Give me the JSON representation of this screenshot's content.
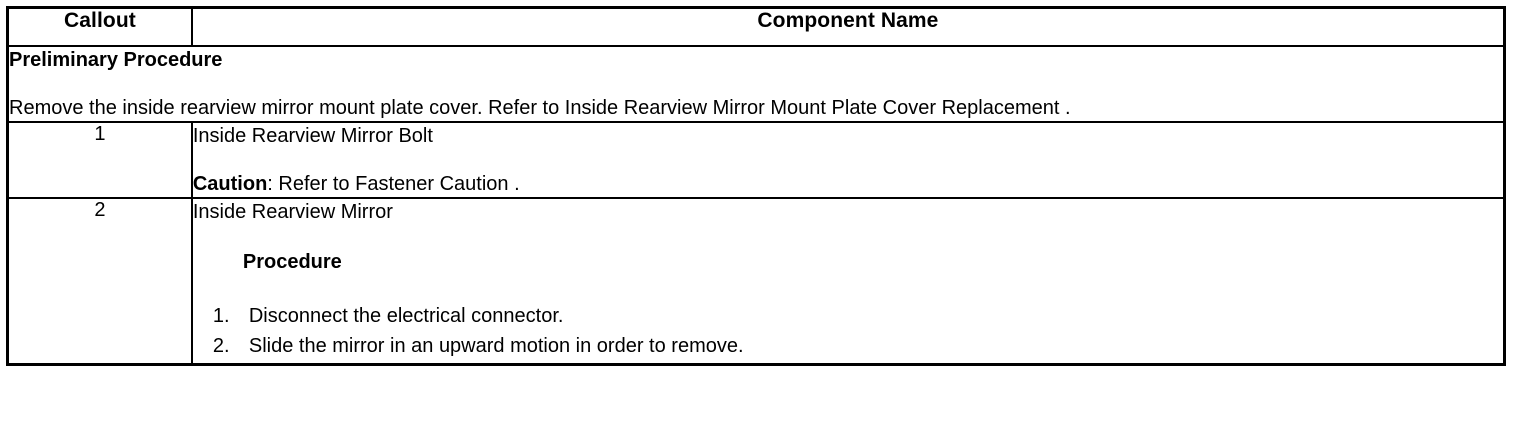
{
  "table": {
    "headers": {
      "callout": "Callout",
      "component_name": "Component Name"
    },
    "preliminary": {
      "heading": "Preliminary Procedure",
      "text": "Remove the inside rearview mirror mount plate cover. Refer to Inside Rearview Mirror Mount Plate Cover Replacement ."
    },
    "rows": [
      {
        "callout": "1",
        "name": "Inside Rearview Mirror Bolt",
        "caution_label": "Caution",
        "caution_text": ": Refer to Fastener Caution ."
      },
      {
        "callout": "2",
        "name": "Inside Rearview Mirror",
        "procedure_heading": "Procedure",
        "steps": [
          {
            "num": "1.",
            "text": "Disconnect the electrical connector."
          },
          {
            "num": "2.",
            "text": "Slide the mirror in an upward motion in order to remove."
          }
        ]
      }
    ]
  },
  "colors": {
    "border": "#000000",
    "text": "#000000",
    "background": "#ffffff"
  }
}
